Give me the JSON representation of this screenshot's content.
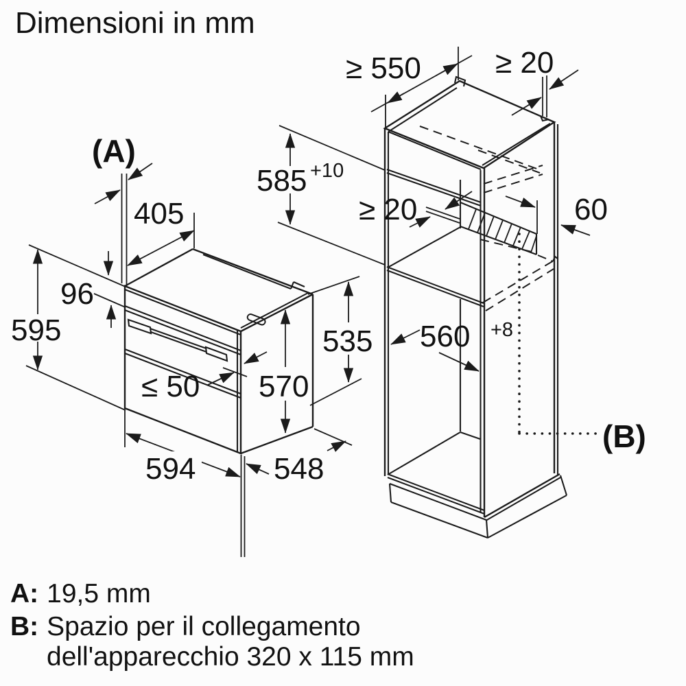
{
  "title": "Dimensioni in mm",
  "oven": {
    "label_a": "(A)",
    "top_depth": "405",
    "panel_height": "96",
    "height": "595",
    "handle_depth": "≤ 50",
    "inner_height": "570",
    "width": "594",
    "depth": "548",
    "body_height": "535"
  },
  "cabinet": {
    "min_depth": "≥ 550",
    "top_back_gap": "≥ 20",
    "niche_height": "585",
    "niche_height_tol": "+10",
    "shelf_back_gap": "≥ 20",
    "vent_bar_depth": "60",
    "niche_width": "560",
    "niche_width_tol": "+8",
    "label_b": "(B)"
  },
  "notes": {
    "a_key": "A:",
    "a_value": "19,5 mm",
    "b_key": "B:",
    "b_line1": "Spazio per il collegamento",
    "b_line2": "dell'apparecchio 320 x 115 mm"
  }
}
